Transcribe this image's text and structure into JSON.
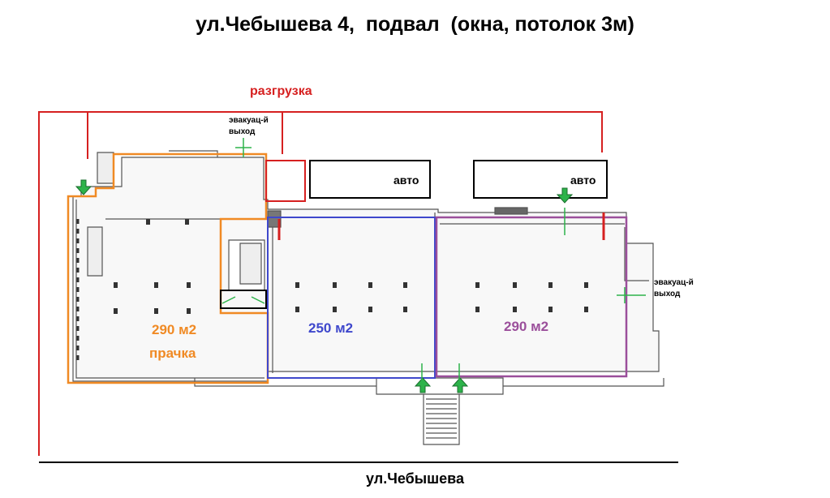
{
  "title": "ул.Чебышева 4,  подвал  (окна, потолок 3м)",
  "unloading_label": "разгрузка",
  "evac_exit_1": {
    "line1": "эвакуац-й",
    "line2": "выход"
  },
  "evac_exit_2": {
    "line1": "эвакуац-й",
    "line2": "выход"
  },
  "parking_1": "авто",
  "parking_2": "авто",
  "zones": [
    {
      "area": "290 м2",
      "usage": "прачка",
      "color": "#f08a24"
    },
    {
      "area": "250 м2",
      "color": "#3f48cc"
    },
    {
      "area": "290 м2",
      "color": "#9b4f9b"
    }
  ],
  "street": "ул.Чебышева",
  "colors": {
    "unloading": "#d62020",
    "exit_arrow": "#2db34a",
    "evac": "#2db34a"
  }
}
